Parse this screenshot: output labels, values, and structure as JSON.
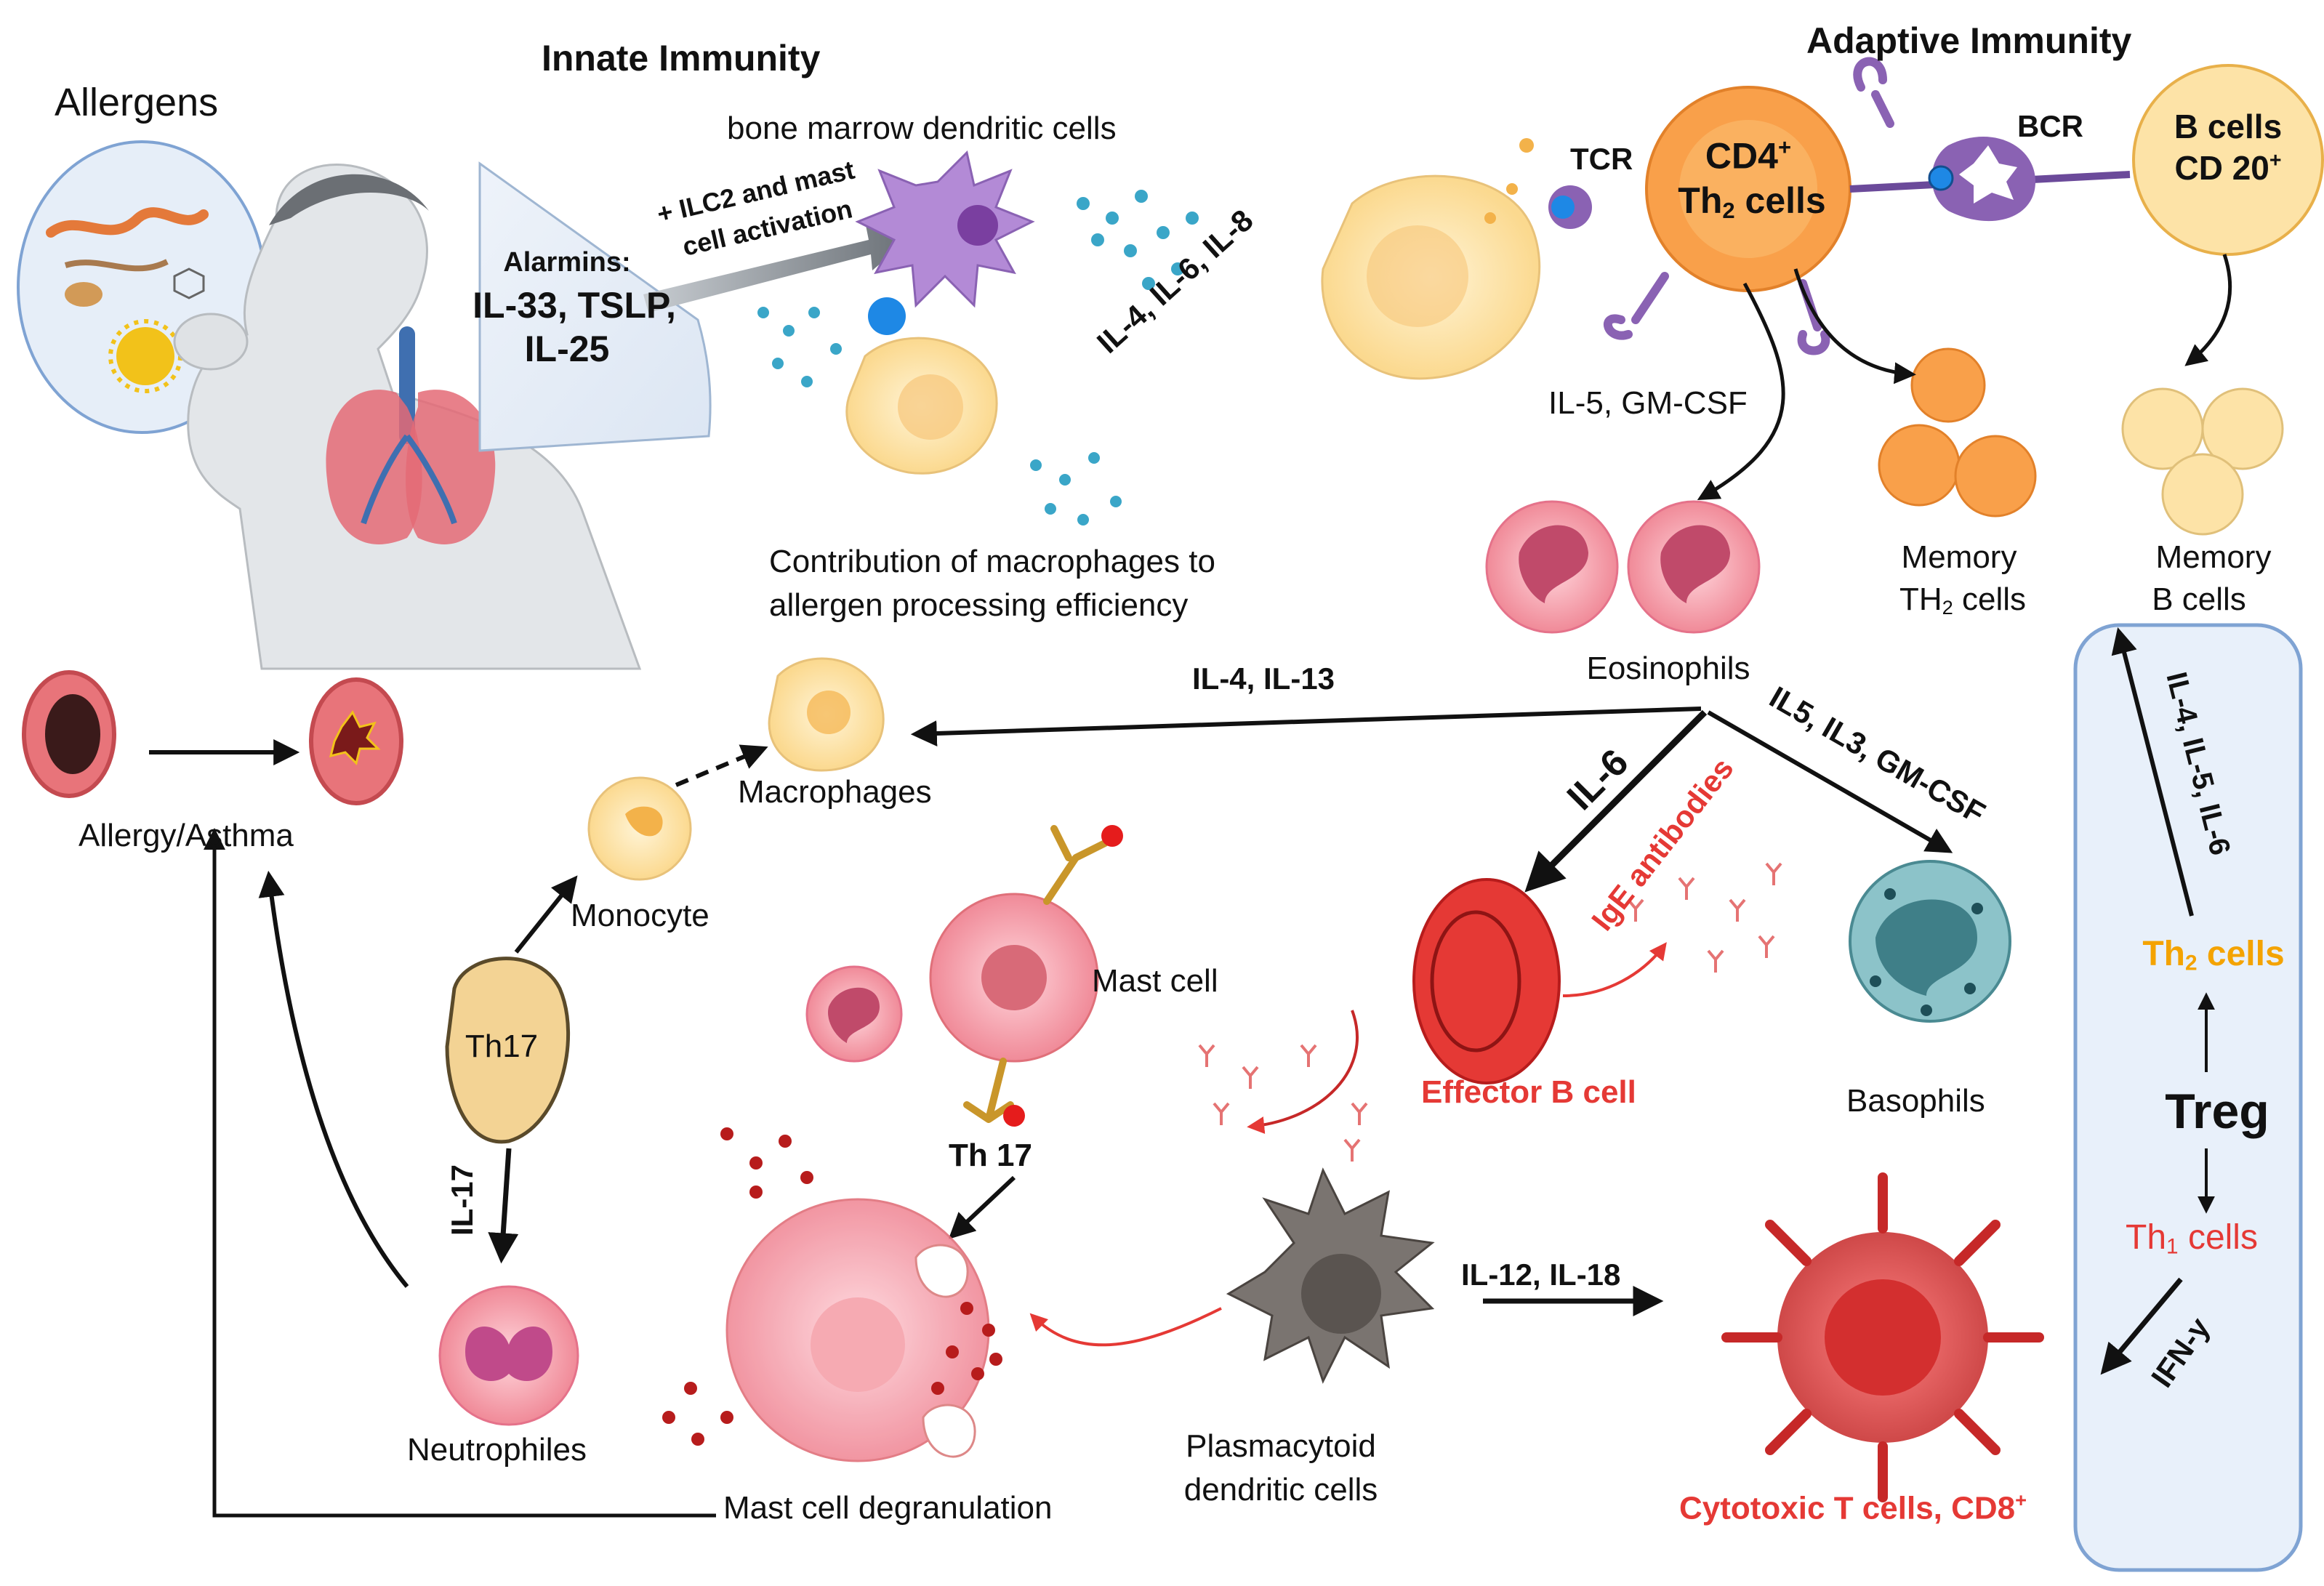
{
  "title_innate": "Innate Immunity",
  "title_adaptive": "Adaptive Immunity",
  "allergens": "Allergens",
  "alarmins": {
    "heading": "Alarmins:",
    "line1": "IL-33, TSLP,",
    "line2": "IL-25"
  },
  "ilc2_line1": "+ ILC2 and mast",
  "ilc2_line2": "cell activation",
  "bm_dendritic": "bone marrow dendritic cells",
  "il4_il6_il8": "IL-4, IL-6, IL-8",
  "macrophage_contrib_line1": "Contribution of macrophages to",
  "macrophage_contrib_line2": "allergen processing efficiency",
  "tcr": "TCR",
  "bcr": "BCR",
  "cd4": {
    "main": "CD4",
    "sup": "+",
    "th": "Th",
    "sub": "2",
    "cells": " cells"
  },
  "bcells": {
    "line1": "B cells",
    "line2": "CD 20",
    "sup": "+"
  },
  "il5_gmcsf": "IL-5, GM-CSF",
  "memory_th2": {
    "line1": "Memory",
    "th": "TH",
    "sub": "2",
    "cells": " cells"
  },
  "memory_b": {
    "line1": "Memory",
    "line2": "B cells"
  },
  "eosinophils": "Eosinophils",
  "il4_il13": "IL-4, IL-13",
  "il5_il3_gmcsf": "IL5, IL3, GM-CSF",
  "il6": "IL-6",
  "ige_antibodies": "IgE antibodies",
  "macrophages": "Macrophages",
  "monocyte": "Monocyte",
  "allergy_asthma": "Allergy/Asthma",
  "th17": "Th17",
  "il17": "IL-17",
  "neutrophiles": "Neutrophiles",
  "mast_cell": "Mast cell",
  "th17_mast": "Th 17",
  "mast_degranulation": "Mast cell degranulation",
  "plasmacytoid_line1": "Plasmacytoid",
  "plasmacytoid_line2": "dendritic cells",
  "il12_il18": "IL-12, IL-18",
  "effector_b": "Effector B cell",
  "basophils": "Basophils",
  "cytotoxic": {
    "text": "Cytotoxic T cells, CD8",
    "sup": "+"
  },
  "treg_panel": {
    "il4_il5_il6": "IL-4, IL-5, IL-6",
    "th2": {
      "th": "Th",
      "sub": "2",
      "cells": " cells"
    },
    "treg": "Treg",
    "th1": {
      "th": "Th",
      "sub": "1",
      "cells": " cells"
    },
    "ifn": "IFN-y"
  },
  "colors": {
    "arrow": "#111111",
    "red_text": "#e53935",
    "orange_text": "#f4a300",
    "cd4_fill": "#f9a04a",
    "bcell_fill": "#fde3a7",
    "treg_panel_fill": "#e8f0fa",
    "treg_panel_stroke": "#7fa3d3",
    "effector_fill": "#e53935",
    "mast_fill": "#f4a3a8",
    "basophil_fill": "#5aa0a8",
    "th17_fill": "#f3d394"
  }
}
